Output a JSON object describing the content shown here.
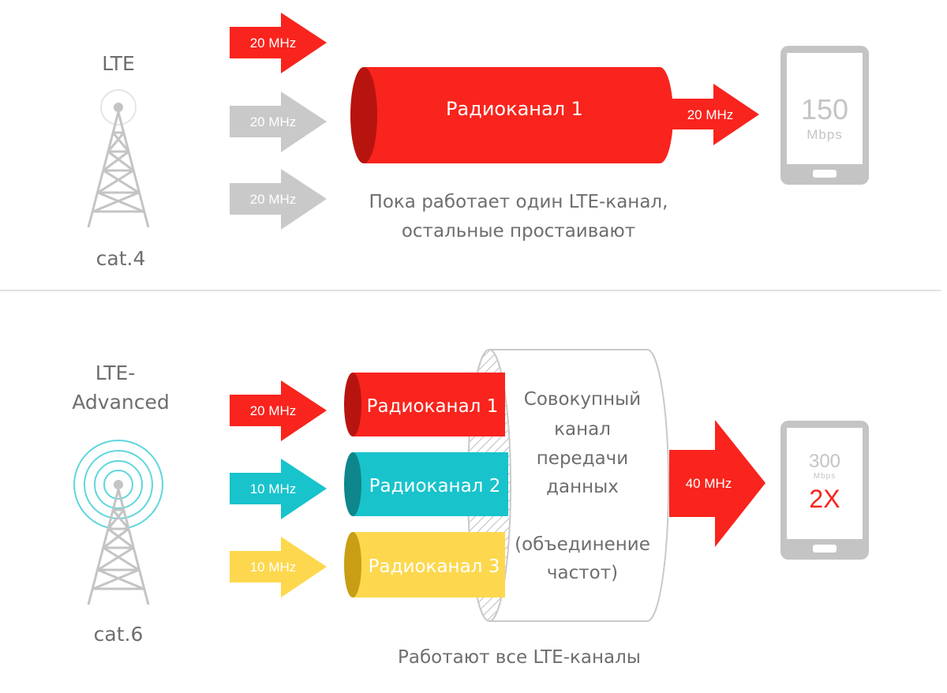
{
  "colors": {
    "red": "#f8241d",
    "red_dark": "#b8140f",
    "teal": "#18c3cc",
    "teal_dark": "#0e868b",
    "yellow": "#fdd84e",
    "yellow_dark": "#c99d14",
    "gray_arrow": "#c9c9c9",
    "gray_text": "#6e6e6e",
    "device_gray": "#c4c4c4",
    "signal_cyan": "#5fd6de"
  },
  "lte": {
    "title": "LTE",
    "category": "cat.4",
    "input_arrows": [
      "20 MHz",
      "20 MHz",
      "20 MHz"
    ],
    "channel_label": "Радиоканал 1",
    "output_arrow": "20 MHz",
    "caption_line1": "Пока работает один LTE-канал,",
    "caption_line2": "остальные простаивают",
    "device_value": "150",
    "device_unit": "Mbps"
  },
  "lte_advanced": {
    "title_line1": "LTE-",
    "title_line2": "Advanced",
    "category": "cat.6",
    "input_arrows": [
      "20 MHz",
      "10 MHz",
      "10 MHz"
    ],
    "channels": [
      "Радиоканал 1",
      "Радиоканал 2",
      "Радиоканал 3"
    ],
    "aggregate_lines": [
      "Совокупный",
      "канал",
      "передачи",
      "данных"
    ],
    "aggregate_note_lines": [
      "(объединение",
      "частот)"
    ],
    "output_arrow": "40 MHz",
    "caption": "Работают все LTE-каналы",
    "device_value": "300",
    "device_unit": "Mbps",
    "device_multiplier": "2X"
  }
}
